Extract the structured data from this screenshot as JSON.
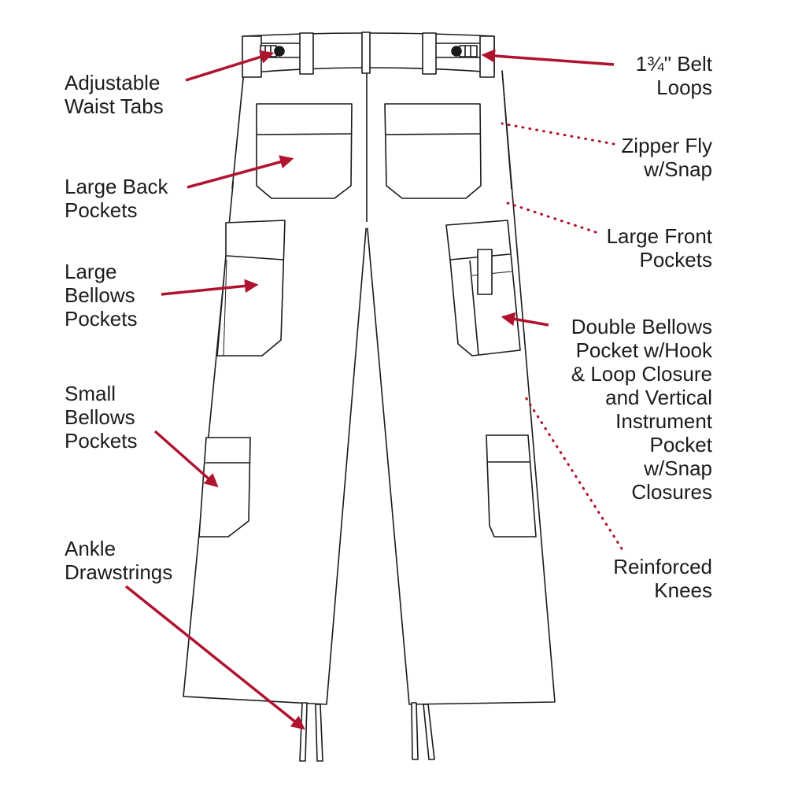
{
  "colors": {
    "arrow": "#b0132f",
    "outline": "#1a1a1a",
    "text": "#1c1c1c"
  },
  "labels": {
    "waist_tabs": "Adjustable\nWaist Tabs",
    "belt_loops": "1¾\" Belt\nLoops",
    "zipper_fly": "Zipper Fly\nw/Snap",
    "back_pockets": "Large Back\nPockets",
    "front_pockets": "Large Front\nPockets",
    "bellows_pockets": "Large\nBellows\nPockets",
    "double_bellows": "Double Bellows\nPocket w/Hook\n& Loop Closure\nand Vertical\nInstrument\nPocket\nw/Snap\nClosures",
    "small_bellows": "Small\nBellows\nPockets",
    "reinforced_knees": "Reinforced\nKnees",
    "ankle_drawstrings": "Ankle\nDrawstrings"
  }
}
